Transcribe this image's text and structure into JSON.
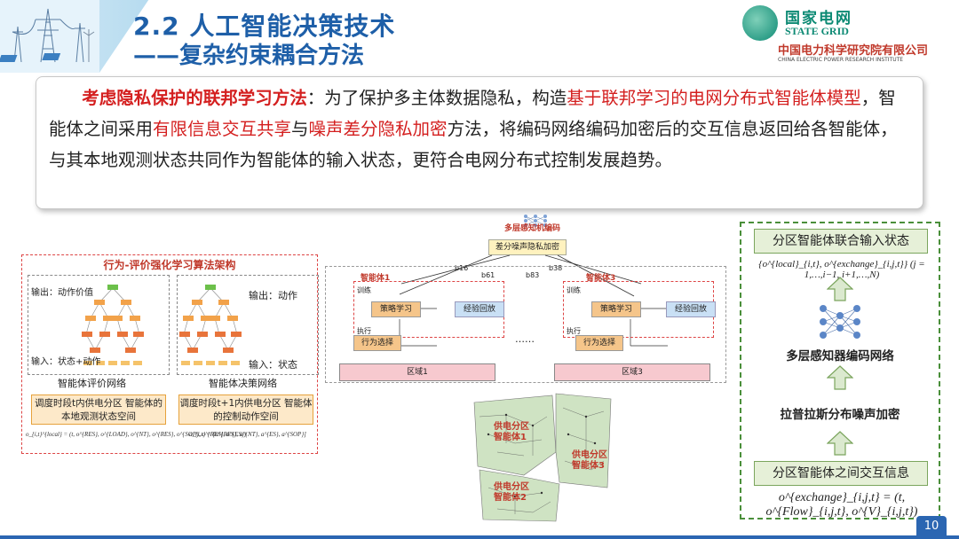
{
  "header": {
    "title": "2.2 人工智能决策技术",
    "subtitle": "——复杂约束耦合方法",
    "logo_cn": "国家电网",
    "logo_en": "STATE GRID",
    "org_cn": "中国电力科学研究院有限公司",
    "org_en": "CHINA ELECTRIC POWER RESEARCH INSTITUTE"
  },
  "intro": {
    "lead": "考虑隐私保护的联邦学习方法",
    "t1": "：为了保护多主体数据隐私，构造",
    "r1": "基于联邦学习的电网分布式智能体模型",
    "t2": "，智能体之间采用",
    "r2": "有限信息交互共享",
    "t3": "与",
    "r3": "噪声差分隐私加密",
    "t4": "方法，将编码网络编码加密后的交互信息返回给各智能体，与其本地观测状态共同作为智能体的输入状态，更符合电网分布式控制发展趋势。"
  },
  "left_fig": {
    "title": "行为-评价强化学习算法架构",
    "critic": {
      "out": "输出：动作价值",
      "in": "输入：状态+动作",
      "caption": "智能体评价网络",
      "box": "调度时段t内供电分区 智能体的本地观测状态空间",
      "formula": "o_{i,t}^{local} = (t, o^{RES}, o^{LOAD}, o^{NT}, o^{RES}, o^{SOP}, o^{RES}, o^{ES})"
    },
    "actor": {
      "out": "输出：动作",
      "in": "输入：状态",
      "caption": "智能体决策网络",
      "box": "调度时段t+1内供电分区 智能体的控制动作空间",
      "formula": "a_{i,t} = [a^{RES}, a^{NT}, a^{ES}, a^{SOP}]"
    }
  },
  "mid_fig": {
    "encoder": "多层感知机编码",
    "noise": "差分噪声隐私加密",
    "agent1": "智能体1",
    "agent3": "智能体3",
    "train": "训练",
    "exec": "执行",
    "policy": "策略学习",
    "replay": "经验回放",
    "action_sel": "行为选择",
    "region1": "区域1",
    "region3": "区域3",
    "dots": "……",
    "b16": "b16",
    "b38": "b38",
    "b61": "b61",
    "b83": "b83",
    "map_labels": [
      "供电分区 智能体1",
      "供电分区 智能体3",
      "供电分区 智能体2"
    ]
  },
  "right_fig": {
    "top_box": "分区智能体联合输入状态",
    "formula_top": "{o^{local}_{i,t}, o^{exchange}_{i,j,t}} (j = 1,…,i−1, i+1,…,N)",
    "mlp_label": "多层感知器编码网络",
    "noise_label": "拉普拉斯分布噪声加密",
    "bottom_box": "分区智能体之间交互信息",
    "formula_bottom": "o^{exchange}_{i,j,t} = (t, o^{Flow}_{i,j,t}, o^{V}_{i,j,t})"
  },
  "page_number": "10",
  "colors": {
    "title_blue": "#1e5fa8",
    "accent_red": "#d41f1f",
    "grid_green": "#0d8a74"
  }
}
